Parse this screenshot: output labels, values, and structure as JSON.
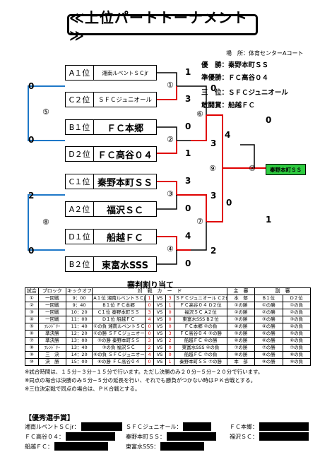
{
  "title": "≪上位パートトーナメント≫",
  "venue": "場　所：体育センターAコート",
  "awards": {
    "winner": "優　勝：秦野本町ＳＳ",
    "runner_up": "準優勝：ＦＣ高谷０４",
    "third": "三　位：ＳＦＣジュニオール",
    "fighting": "敢闘賞：船越ＦＣ"
  },
  "teams": [
    {
      "seed": "A１位",
      "name": "湘南ルベントＳＣjr"
    },
    {
      "seed": "C２位",
      "name": "ＳＦＣジュニオール"
    },
    {
      "seed": "B１位",
      "name": "ＦＣ本郷"
    },
    {
      "seed": "D２位",
      "name": "ＦＣ高谷０４"
    },
    {
      "seed": "C１位",
      "name": "秦野本町ＳＳ"
    },
    {
      "seed": "A２位",
      "name": "福沢ＳＣ"
    },
    {
      "seed": "D１位",
      "name": "船越ＦＣ"
    },
    {
      "seed": "B２位",
      "name": "東富水SSS"
    }
  ],
  "match_labels": [
    "①",
    "②",
    "③",
    "④",
    "⑤",
    "⑥",
    "⑦",
    "⑧",
    "⑨",
    "⑩"
  ],
  "scores": {
    "m1_top": "1",
    "m1_bot": "3",
    "m2_top": "0",
    "m2_bot": "1",
    "m3_top": "3",
    "m3_bot": "0",
    "m4_top": "4",
    "m4_bot": "0",
    "m6_top": "0",
    "m6_bot": "3",
    "m7_top": "3",
    "m7_bot": "2",
    "m5_top": "0",
    "m5_bot": "0",
    "m8_top": "2",
    "m8_bot": "0",
    "m9_top": "4",
    "m9_bot": "0",
    "m10_top": "0",
    "m10_bot": "1"
  },
  "champion": "秦野本町ＳＳ",
  "referee_title": "審判割り当て",
  "referee_headers": [
    "試合",
    "ブロック",
    "キックオフ",
    "対　戦　カ　ー　ド",
    "主　審",
    "副　審"
  ],
  "referee_rows": [
    {
      "no": "①",
      "block": "一回戦",
      "time": "9：00",
      "home": "A１位 湘南ルベントＳＣjr",
      "hs": "1",
      "vs": "VS",
      "as": "3",
      "away": "ＳＦＣジュニオール C２位",
      "main": "本　部",
      "s1": "B１位",
      "s2": "D２位"
    },
    {
      "no": "②",
      "block": "一回戦",
      "time": "9：40",
      "home": "B１位 ＦＣ本郷",
      "hs": "0",
      "vs": "VS",
      "as": "1",
      "away": "ＦＣ高谷０４ D２位",
      "main": "①の勝",
      "s1": "①の勝",
      "s2": "①の負"
    },
    {
      "no": "③",
      "block": "一回戦",
      "time": "10：20",
      "home": "C１位 秦野本町ＳＳ",
      "hs": "3",
      "vs": "VS",
      "as": "0",
      "away": "福沢ＳＣ A２位",
      "main": "②の勝",
      "s1": "②の勝",
      "s2": "②の負"
    },
    {
      "no": "④",
      "block": "一回戦",
      "time": "11：00",
      "home": "D１位 船越ＦＣ",
      "hs": "4",
      "vs": "VS",
      "as": "0",
      "away": "東富水SSS B２位",
      "main": "③の勝",
      "s1": "③の勝",
      "s2": "③の負"
    },
    {
      "no": "⑤",
      "block": "ﾌﾚﾝﾄﾞﾘｰ",
      "time": "11：40",
      "home": "①の負 湘南ルベントＳＣjr",
      "hs": "0",
      "vs": "VS",
      "as": "0",
      "away": "ＦＣ本郷 ②の負",
      "main": "④の勝",
      "s1": "④の勝",
      "s2": "④の負"
    },
    {
      "no": "⑥",
      "block": "準決勝",
      "time": "12：20",
      "home": "①の勝 ＳＦＣジュニオール",
      "hs": "0",
      "vs": "VS",
      "as": "3",
      "away": "ＦＣ高谷０４ ②の勝",
      "main": "⑤の勝",
      "s1": "⑤の勝",
      "s2": "⑤の負"
    },
    {
      "no": "⑦",
      "block": "準決勝",
      "time": "13：00",
      "home": "③の勝 秦野本町ＳＳ",
      "hs": "3",
      "vs": "VS",
      "as": "2",
      "away": "船越ＦＣ ④の勝",
      "main": "⑥の勝",
      "s1": "⑥の勝",
      "s2": "⑥の負"
    },
    {
      "no": "⑧",
      "block": "ﾌﾚﾝﾄﾞﾘｰ",
      "time": "13：40",
      "home": "③の負 福沢ＳＣ",
      "hs": "2",
      "vs": "VS",
      "as": "0",
      "away": "東富水SSS ④の負",
      "main": "⑦の勝",
      "s1": "⑦の勝",
      "s2": "⑦の負"
    },
    {
      "no": "⑨",
      "block": "三　決",
      "time": "14：20",
      "home": "⑥の負 ＳＦＣジュニオール",
      "hs": "4",
      "vs": "VS",
      "as": "0",
      "away": "船越ＦＣ ⑦の負",
      "main": "⑧の勝",
      "s1": "⑧の勝",
      "s2": "⑧の負"
    },
    {
      "no": "⑩",
      "block": "決　勝",
      "time": "15：00",
      "home": "⑥の勝 ＦＣ高谷０４",
      "hs": "0",
      "vs": "VS",
      "as": "1",
      "away": "秦野本町ＳＳ ⑦の勝",
      "main": "本　部",
      "s1": "⑨の勝",
      "s2": "⑨の負"
    }
  ],
  "notes": [
    "※試合時間は、１５分−３分−１５分で行います。ただし決勝のみ２０分−５分−２０分で行います。",
    "※同点の場合は決勝のみ５分−５分の延長を行い、それでも勝負がつかない時はＰＫ合戦とする。",
    "※三位決定戦で同点の場合は、ＰＫ合戦とする。"
  ],
  "mvp_title": "【優秀選手賞】",
  "mvp": [
    "湘南ルベントＳＣjr：",
    "ＳＦＣジュニオール：",
    "ＦＣ本郷：",
    "ＦＣ高谷０４：",
    "秦野本町ＳＳ：",
    "福沢ＳＣ：",
    "船越ＦＣ：",
    "東富水SSS："
  ],
  "colors": {
    "winner_line": "#e00000",
    "loser_line": "#1e78c8",
    "champion_bg": "#2ecc40",
    "score_red": "#e00000"
  }
}
